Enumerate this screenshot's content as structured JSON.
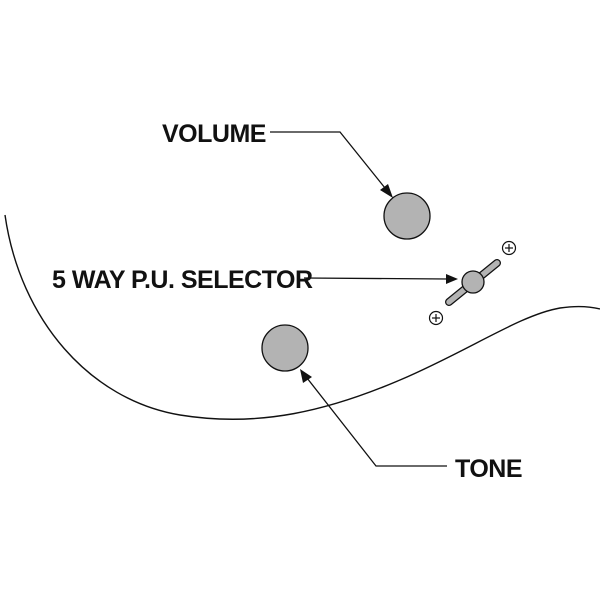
{
  "labels": {
    "volume": "VOLUME",
    "selector": "5 WAY P.U. SELECTOR",
    "tone": "TONE"
  },
  "colors": {
    "line": "#111111",
    "control_fill": "#b3b3b3",
    "background": "#ffffff"
  },
  "icons": {
    "volume_knob": "volume-knob-icon",
    "tone_knob": "tone-knob-icon",
    "selector_switch": "pickup-selector-switch-icon",
    "screw": "screw-icon"
  }
}
